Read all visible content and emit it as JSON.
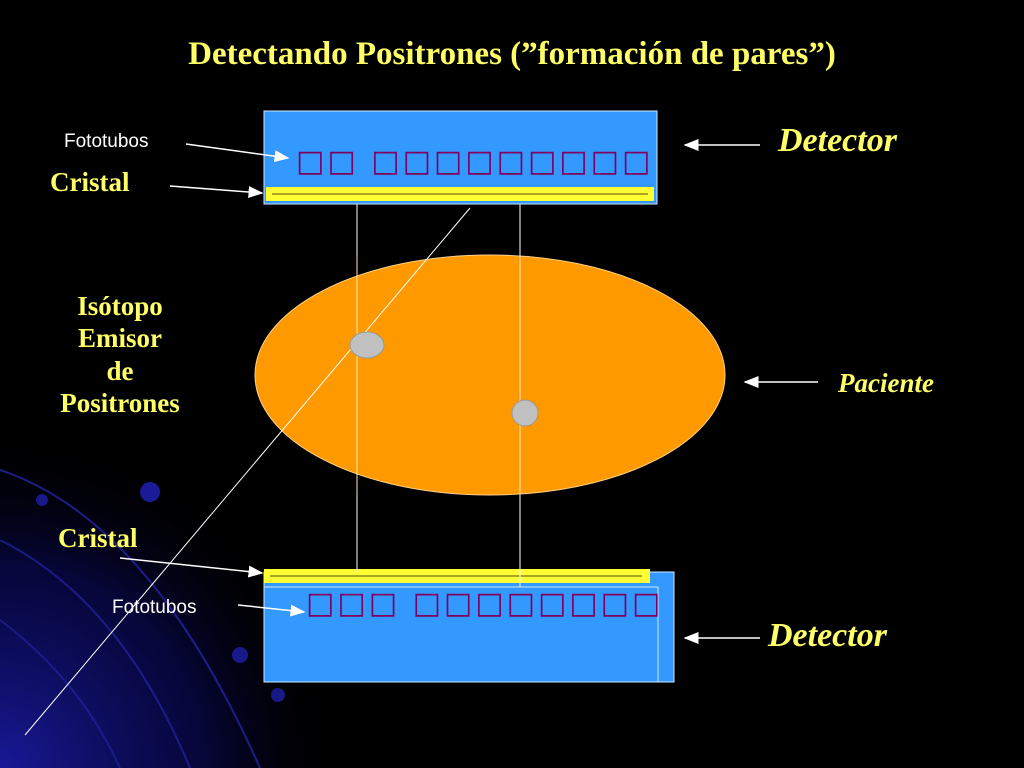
{
  "title": "Detectando Positrones (”formación de pares”)",
  "labels": {
    "fototubos_top": "Fototubos",
    "cristal_top": "Cristal",
    "detector_top": "Detector",
    "isotope_line1": "Isótopo",
    "isotope_line2": "Emisor",
    "isotope_line3": "de",
    "isotope_line4": "Positrones",
    "paciente": "Paciente",
    "cristal_bottom": "Cristal",
    "fototubos_bottom": "Fototubos",
    "detector_bottom": "Detector"
  },
  "phototubes": {
    "top_glyphs": "□□ □□□□□□□□□",
    "bottom_glyphs": "□□□ □□□□□□□□"
  },
  "colors": {
    "background": "#000000",
    "title": "#FFFF66",
    "detector_fill": "#3399FF",
    "crystal": "#FFFF33",
    "patient": "#FF9900",
    "phototube_glyph": "#800060",
    "event_dot": "#C0C0C0"
  }
}
